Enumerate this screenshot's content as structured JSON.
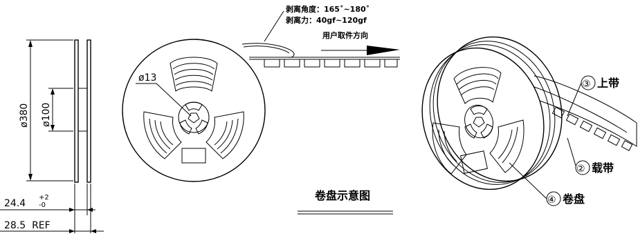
{
  "dimensions": {
    "diameter_outer": "ø380",
    "diameter_hub": "ø100",
    "diameter_center": "ø13",
    "width_main": "24.4",
    "tol_upper": "+2",
    "tol_lower": "-0",
    "width_ref": "28.5  REF"
  },
  "peel_spec": {
    "angle_label": "剥离角度：165˚~180˚",
    "force_label": "剥离力：40gf~120gf",
    "direction_label": "用户取件方向"
  },
  "caption": "卷盘示意图",
  "callouts": [
    {
      "number": "③",
      "label": "上带"
    },
    {
      "number": "②",
      "label": "载带"
    },
    {
      "number": "④",
      "label": "卷盘"
    }
  ]
}
